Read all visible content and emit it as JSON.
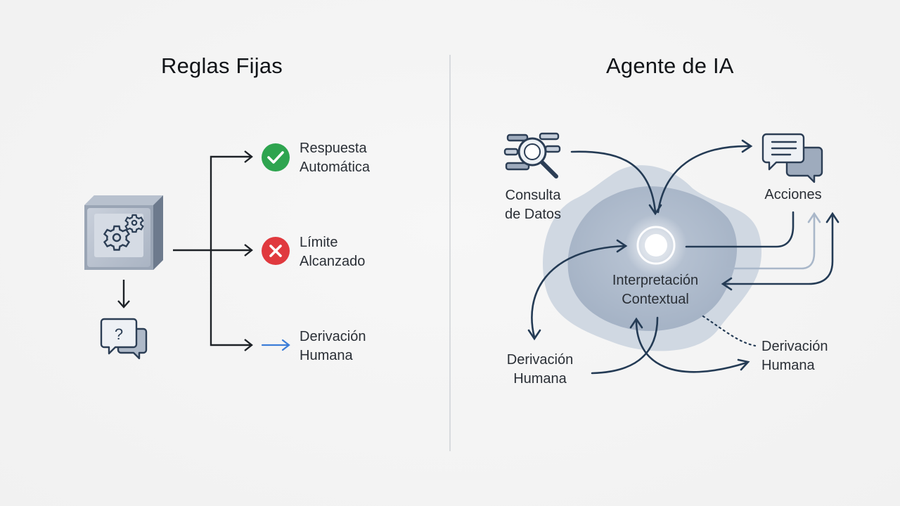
{
  "left_panel": {
    "title": "Reglas Fijas",
    "outcomes": [
      {
        "id": "auto",
        "line1": "Respuesta",
        "line2": "Automática",
        "icon": "check-circle-icon",
        "color": "#2ea44f"
      },
      {
        "id": "limit",
        "line1": "Límite",
        "line2": "Alcanzado",
        "icon": "x-circle-icon",
        "color": "#e0393e"
      },
      {
        "id": "human",
        "line1": "Derivación",
        "line2": "Humana",
        "icon": "arrow-right-icon",
        "color": "#3b7dd8"
      }
    ],
    "engine_icon": "gears-cube-icon",
    "question_icon": "question-chat-icon"
  },
  "right_panel": {
    "title": "Agente de IA",
    "center": {
      "line1": "Interpretación",
      "line2": "Contextual"
    },
    "data_query": {
      "line1": "Consulta",
      "line2": "de Datos",
      "icon": "magnifier-data-icon"
    },
    "actions": {
      "label": "Acciones",
      "icon": "chat-bubbles-icon"
    },
    "handoff_left": {
      "line1": "Derivación",
      "line2": "Humana"
    },
    "handoff_right": {
      "line1": "Derivación",
      "line2": "Humana"
    }
  },
  "colors": {
    "navy": "#243b55",
    "slate": "#6b7c92",
    "blob": "#a9b6c8"
  }
}
